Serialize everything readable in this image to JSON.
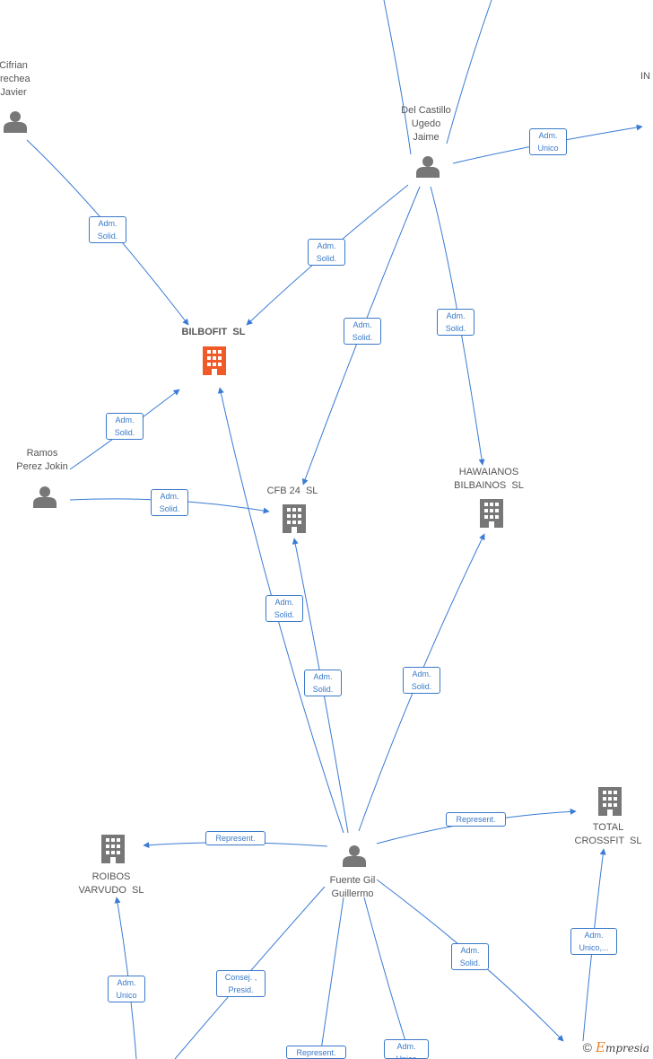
{
  "colors": {
    "edge": "#3a7bd5",
    "company": "#777777",
    "company_primary": "#f05a28",
    "person": "#777777"
  },
  "nodes": {
    "bilbofit": {
      "label": "BILBOFIT  SL",
      "type": "company-primary"
    },
    "cfb24": {
      "label": "CFB 24  SL",
      "type": "company"
    },
    "hawaianos": {
      "label": "HAWAIANOS\nBILBAINOS  SL",
      "type": "company"
    },
    "total_crossfit": {
      "label": "TOTAL\nCROSSFIT  SL",
      "type": "company"
    },
    "roibos": {
      "label": "ROIBOS\nVARVUDO  SL",
      "type": "company"
    },
    "del_castillo": {
      "label": "Del Castillo\nUgedo\nJaime",
      "type": "person"
    },
    "cifrian": {
      "label": "Cifrian\nrrechea\nJavier",
      "type": "person"
    },
    "ramos": {
      "label": "Ramos\nPerez Jokin",
      "type": "person"
    },
    "fuente_gil": {
      "label": "Fuente Gil\nGuillermo",
      "type": "person"
    },
    "in_partial": {
      "label": "IN"
    }
  },
  "edge_labels": {
    "cifrian_bilbofit": "Adm.\nSolid.",
    "delcastillo_bilbofit": "Adm.\nSolid.",
    "delcastillo_cfb24": "Adm.\nSolid.",
    "delcastillo_hawaianos": "Adm.\nSolid.",
    "delcastillo_in": "Adm.\nUnico",
    "ramos_bilbofit": "Adm.\nSolid.",
    "ramos_cfb24": "Adm.\nSolid.",
    "fuente_bilbofit": "Adm.\nSolid.",
    "fuente_cfb24": "Adm.\nSolid.",
    "fuente_hawaianos": "Adm.\nSolid.",
    "fuente_roibos": "Represent.",
    "fuente_total": "Represent.",
    "fuente_bottom_right": "Adm.\nSolid.",
    "fuente_bottom_left": "Consej. ,\nPresid.",
    "fuente_bottom_center": "Represent.",
    "fuente_bottom_center2": "Adm.\nUnico",
    "bottom_roibos": "Adm.\nUnico",
    "bottom_total": "Adm.\nUnico,..."
  },
  "brand": {
    "copyright": "©",
    "initial": "E",
    "name": "mpresia"
  }
}
